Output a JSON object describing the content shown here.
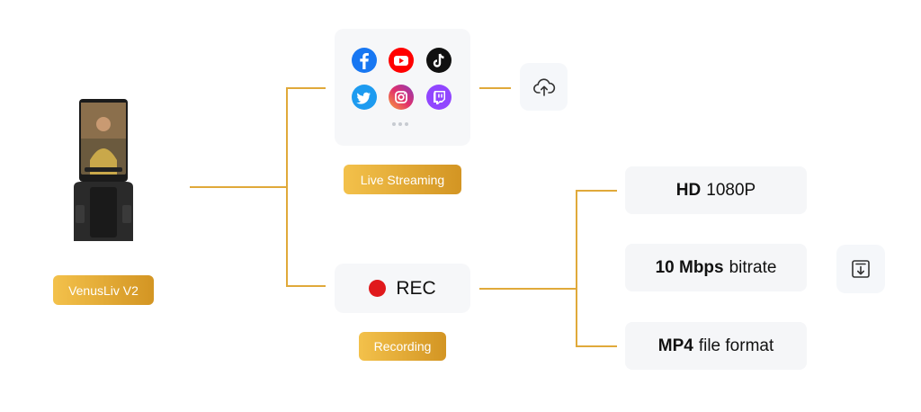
{
  "device": {
    "label": "VenusLiv V2"
  },
  "streaming": {
    "label": "Live Streaming",
    "platforms": [
      {
        "name": "facebook",
        "icon": "facebook-icon",
        "color": "#1877f2"
      },
      {
        "name": "youtube",
        "icon": "youtube-icon",
        "color": "#ff0000"
      },
      {
        "name": "tiktok",
        "icon": "tiktok-icon",
        "color": "#111111"
      },
      {
        "name": "twitter",
        "icon": "twitter-icon",
        "color": "#1d9bf0"
      },
      {
        "name": "instagram",
        "icon": "instagram-icon",
        "color": "#d62976"
      },
      {
        "name": "twitch",
        "icon": "twitch-icon",
        "color": "#9146ff"
      }
    ],
    "more_icon": "more-dots-icon",
    "action_icon": "cloud-upload-icon"
  },
  "recording": {
    "label": "Recording",
    "rec_text": "REC",
    "rec_color": "#e0191c",
    "features": [
      {
        "bold": "HD",
        "rest": "1080P"
      },
      {
        "bold": "10 Mbps",
        "rest": "bitrate"
      },
      {
        "bold": "MP4",
        "rest": "file format"
      }
    ],
    "action_icon": "download-icon"
  },
  "colors": {
    "accent": "#e0a93a",
    "pill_start": "#f3c14b",
    "pill_end": "#d39523"
  }
}
